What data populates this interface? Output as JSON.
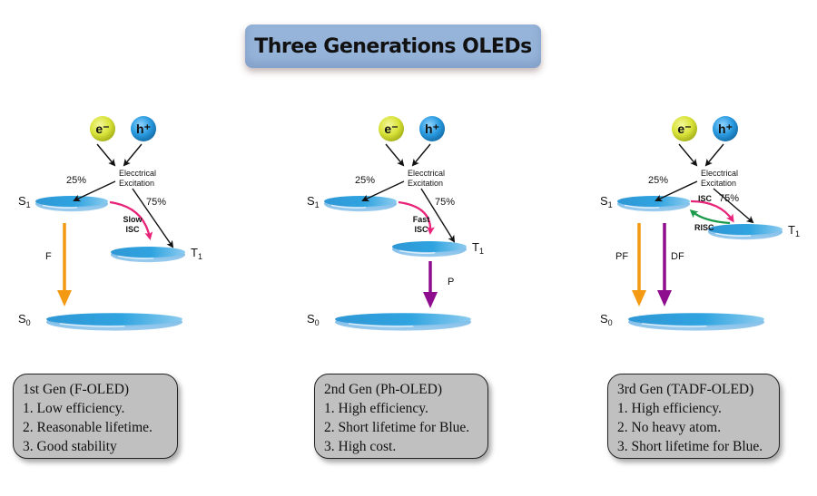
{
  "title": "Three Generations OLEDs",
  "colors": {
    "electron": "#d9e33a",
    "hole": "#2a9be0",
    "level": "#3aa0de",
    "fluorescence": "#f39a12",
    "phosphorescence": "#8e0d8e",
    "isc": "#e8247a",
    "risc": "#1a9a4a",
    "title_bg": "#96b4d9",
    "info_bg": "#c0c0c0"
  },
  "panels": [
    {
      "electron_label": "e⁻",
      "hole_label": "h⁺",
      "excitation_line1": "Elecctrical",
      "excitation_line2": "Excitation",
      "singlet_pct": "25%",
      "triplet_pct": "75%",
      "s1_label": "S",
      "s1_sub": "1",
      "t1_label": "T",
      "t1_sub": "1",
      "s0_label": "S",
      "s0_sub": "0",
      "isc_line1": "Slow",
      "isc_line2": "ISC",
      "emission_labels": [
        "F"
      ],
      "info": {
        "heading": "1st Gen (F-OLED)",
        "points": [
          "1. Low efficiency.",
          "2. Reasonable lifetime.",
          "3. Good stability"
        ]
      }
    },
    {
      "electron_label": "e⁻",
      "hole_label": "h⁺",
      "excitation_line1": "Elecctrical",
      "excitation_line2": "Excitation",
      "singlet_pct": "25%",
      "triplet_pct": "75%",
      "s1_label": "S",
      "s1_sub": "1",
      "t1_label": "T",
      "t1_sub": "1",
      "s0_label": "S",
      "s0_sub": "0",
      "isc_line1": "Fast",
      "isc_line2": "ISC",
      "emission_labels": [
        "P"
      ],
      "info": {
        "heading": "2nd Gen (Ph-OLED)",
        "points": [
          "1. High efficiency.",
          "2. Short lifetime for Blue.",
          "3. High cost."
        ]
      }
    },
    {
      "electron_label": "e⁻",
      "hole_label": "h⁺",
      "excitation_line1": "Elecctrical",
      "excitation_line2": "Excitation",
      "singlet_pct": "25%",
      "triplet_pct": "75%",
      "s1_label": "S",
      "s1_sub": "1",
      "t1_label": "T",
      "t1_sub": "1",
      "s0_label": "S",
      "s0_sub": "0",
      "isc_line1": "ISC",
      "risc_label": "RISC",
      "emission_labels": [
        "PF",
        "DF"
      ],
      "info": {
        "heading": "3rd Gen (TADF-OLED)",
        "points": [
          "1. High efficiency.",
          "2. No heavy atom.",
          "3. Short lifetime for Blue."
        ]
      }
    }
  ]
}
